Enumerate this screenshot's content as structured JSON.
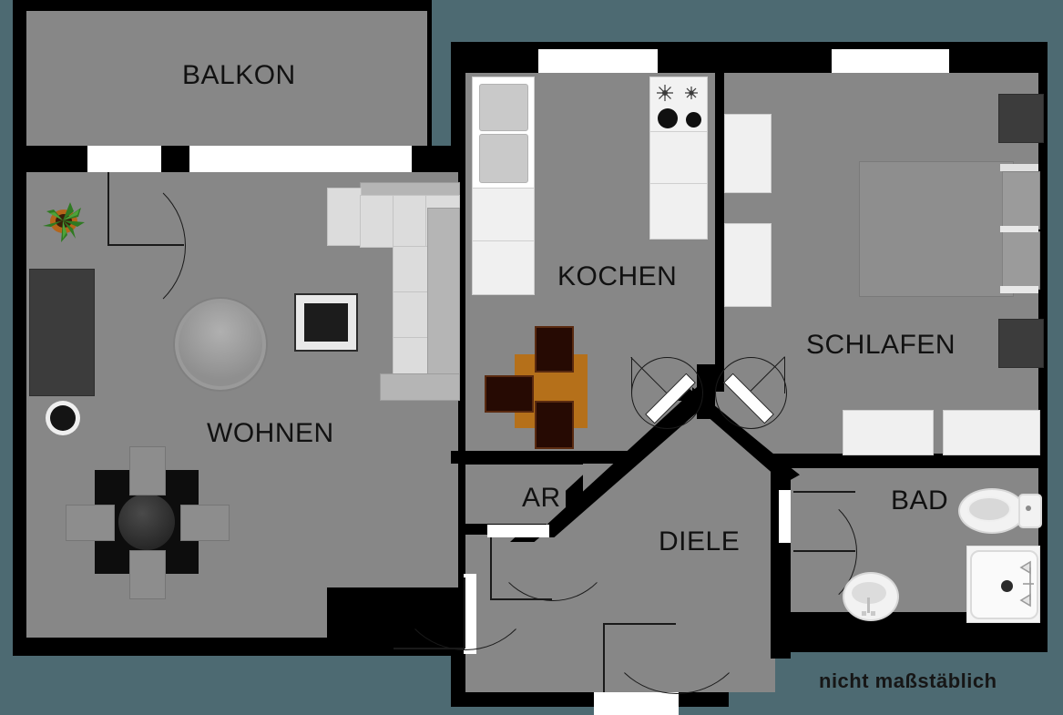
{
  "plan": {
    "title_note": "nicht maßstäblich",
    "colors": {
      "background": "#4d6a72",
      "wall": "#000000",
      "floor": "#878787",
      "window": "#ffffff",
      "wood_table": "#b5701a",
      "chair": "#260a03"
    },
    "rooms": [
      {
        "key": "balkon",
        "label": "BALKON"
      },
      {
        "key": "wohnen",
        "label": "WOHNEN"
      },
      {
        "key": "kochen",
        "label": "KOCHEN"
      },
      {
        "key": "schlafen",
        "label": "SCHLAFEN"
      },
      {
        "key": "diele",
        "label": "DIELE"
      },
      {
        "key": "ar",
        "label": "AR"
      },
      {
        "key": "bad",
        "label": "BAD"
      }
    ],
    "icons": {
      "plant": "plant-icon",
      "stove": "stove-icon",
      "toilet": "toilet-icon",
      "sink": "sink-icon",
      "bathtub": "bathtub-icon",
      "bed": "bed-icon",
      "sofa": "sofa-icon",
      "tv": "tv-icon",
      "fridge": "fridge-icon",
      "dining_table": "dining-table-icon",
      "round_table": "round-table-icon",
      "door": "door-swing-icon",
      "window": "window-icon"
    }
  }
}
